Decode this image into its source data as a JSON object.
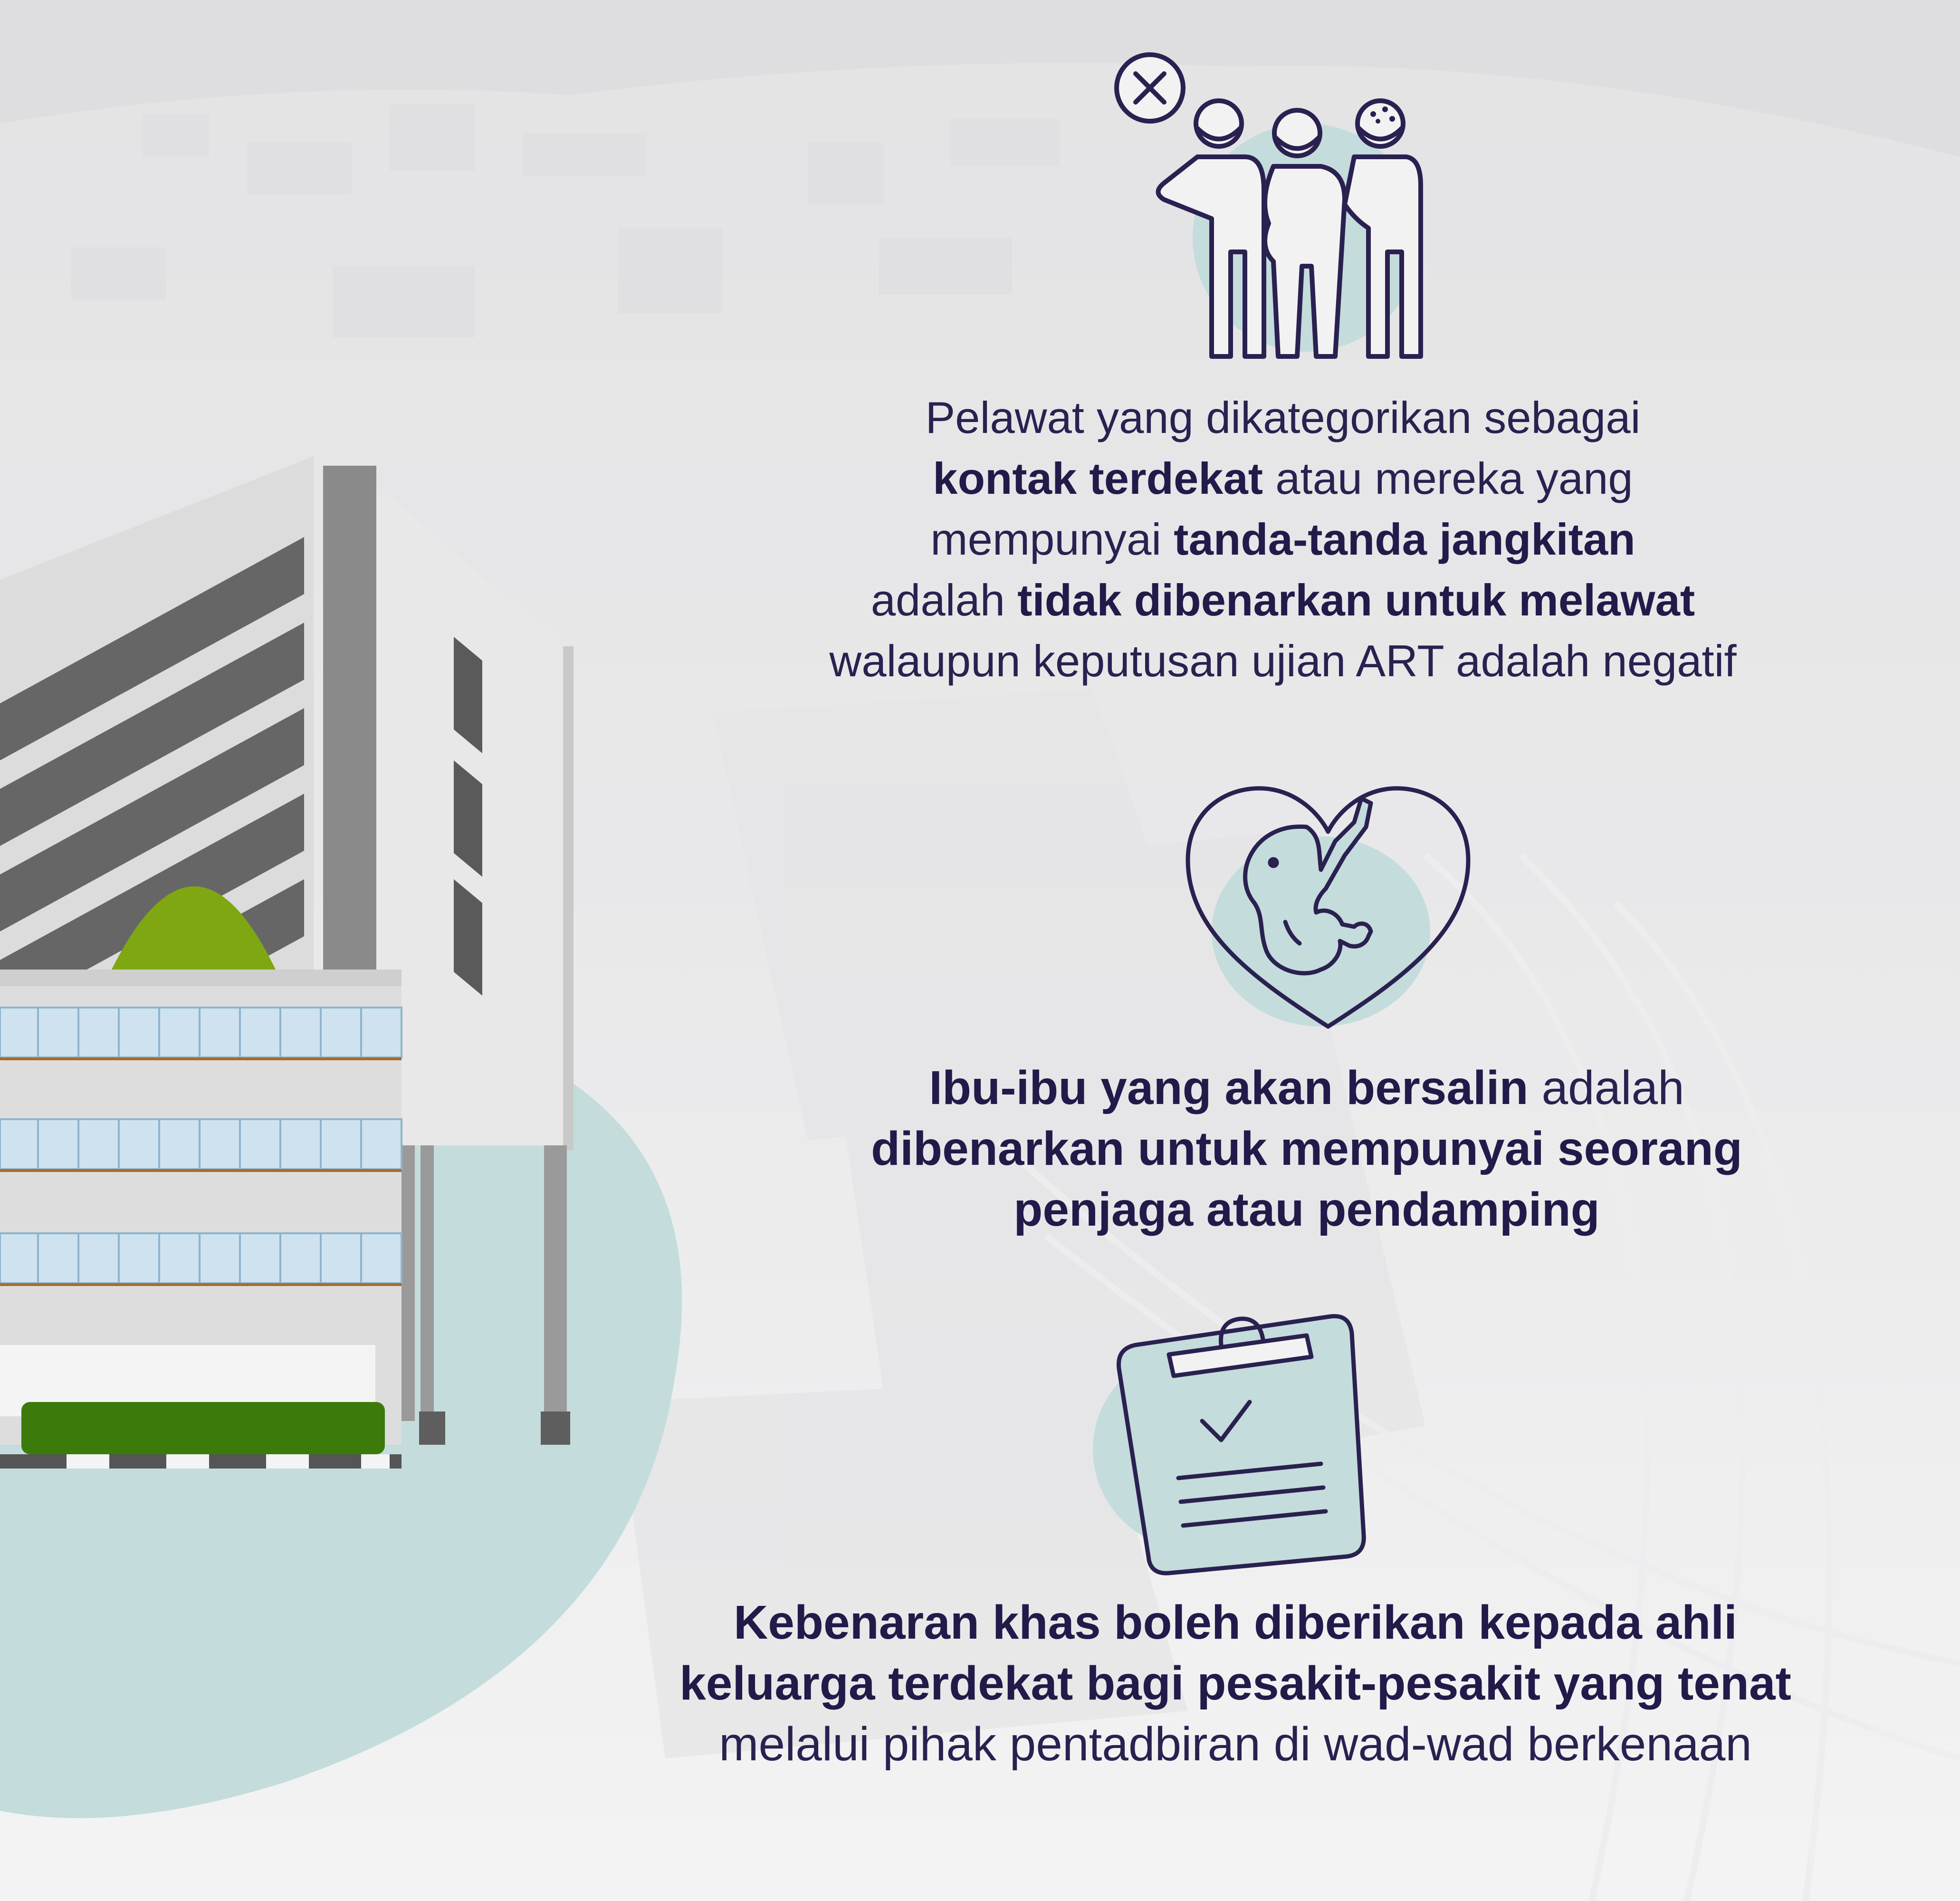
{
  "colors": {
    "background": "#f2f2f3",
    "text": "#2a2150",
    "icon_stroke": "#2a2150",
    "icon_fill": "#c4dcdc",
    "green_accent": "#7fa712",
    "green_dark": "#3d7a0c"
  },
  "section_visitors": {
    "icon": "masked-people-icon",
    "line1": "Pelawat yang dikategorikan sebagai",
    "line2_bold": "kontak terdekat",
    "line2_rest": " atau mereka yang",
    "line3_pre": "mempunyai ",
    "line3_bold": "tanda-tanda jangkitan",
    "line4_pre": "adalah ",
    "line4_bold": "tidak dibenarkan untuk melawat",
    "line5": "walaupun keputusan ujian ART adalah negatif"
  },
  "section_mothers": {
    "icon": "fetus-heart-icon",
    "line1_bold": "Ibu-ibu yang akan bersalin",
    "line1_rest": " adalah",
    "line2_bold": "dibenarkan untuk mempunyai seorang",
    "line3_bold": "penjaga atau pendamping"
  },
  "section_special": {
    "icon": "clipboard-check-icon",
    "line1_bold": "Kebenaran khas boleh diberikan kepada ahli",
    "line2_bold": "keluarga terdekat bagi pesakit-pesakit yang tenat",
    "line3": "melalui pihak pentadbiran di wad-wad berkenaan"
  }
}
